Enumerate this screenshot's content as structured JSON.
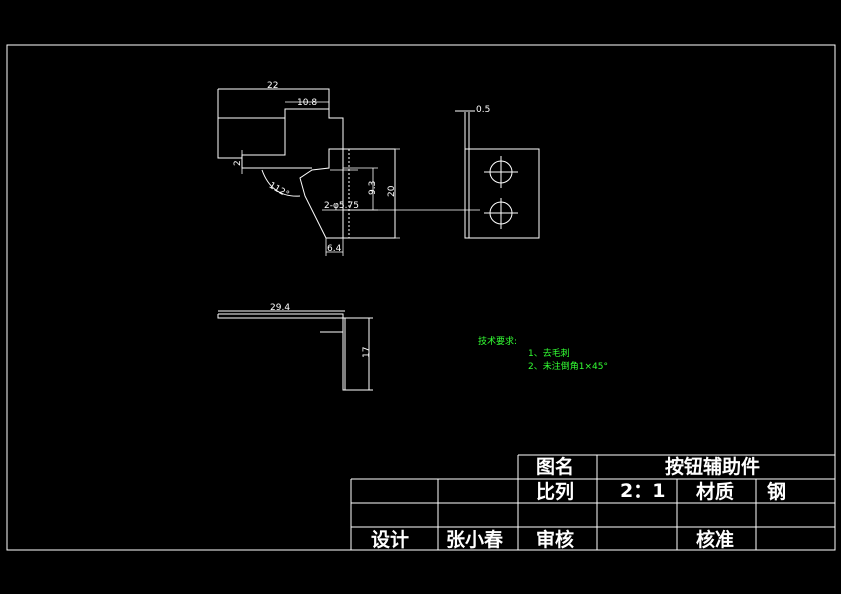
{
  "colors": {
    "background": "#000000",
    "lines": "#ffffff",
    "notes": "#33ff33"
  },
  "drawing": {
    "dimensions": {
      "top_width": "22",
      "top_step": "10.8",
      "left_height": "2",
      "angle": "112°",
      "holes": "2-φ5.75",
      "hole_offset": "9.3",
      "right_height": "20",
      "bottom_width": "6.4",
      "thickness": "0.5",
      "bottom_view_length": "29.4",
      "bottom_view_height": "17"
    },
    "tech_notes": {
      "title": "技术要求:",
      "items": [
        "1、去毛刺",
        "2、未注倒角1×45°"
      ]
    }
  },
  "title_block": {
    "drawing_name_label": "图名",
    "drawing_name": "按钮辅助件",
    "scale_label": "比列",
    "scale": "2：1",
    "material_label": "材质",
    "material": "钢",
    "design_label": "设计",
    "designer": "张小春",
    "review_label": "审核",
    "approve_label": "核准"
  }
}
